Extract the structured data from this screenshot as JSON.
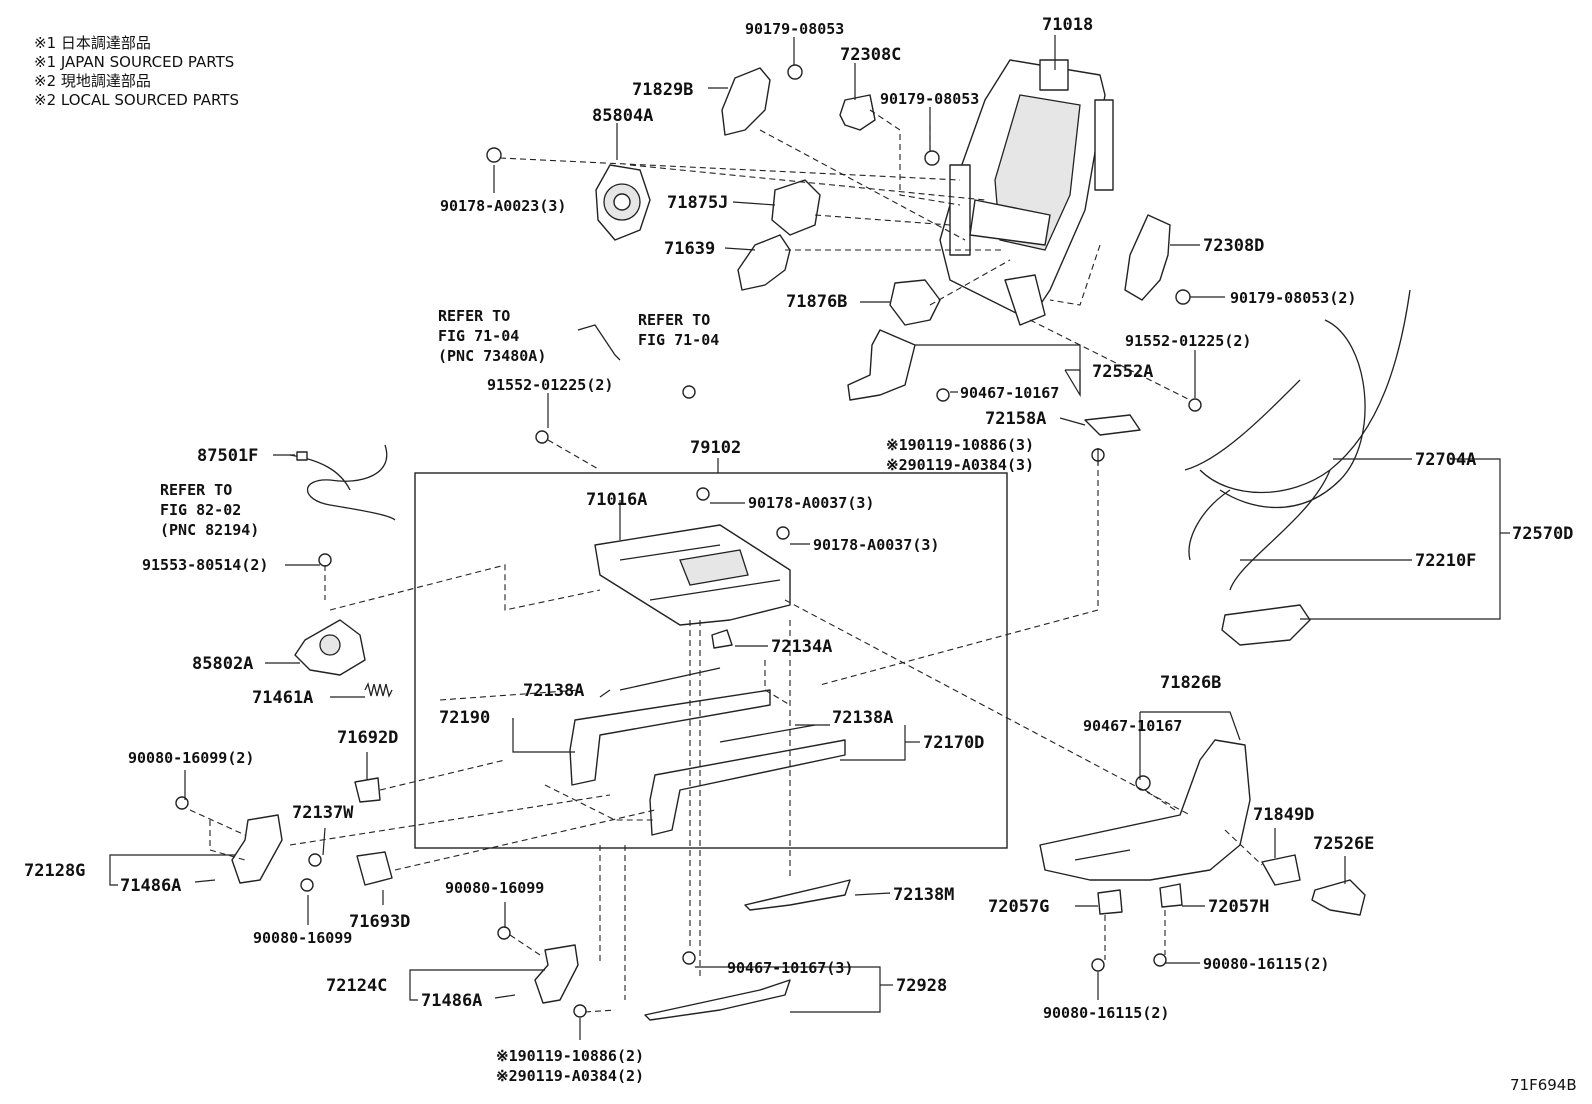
{
  "notes": [
    "※1 日本調達部品",
    "※1 JAPAN SOURCED PARTS",
    "※2 現地調達部品",
    "※2 LOCAL SOURCED PARTS"
  ],
  "figure_id": "71F694B",
  "labels": {
    "p71018": "71018",
    "p90179_08053_a": "90179-08053",
    "p72308C": "72308C",
    "p90179_08053_b": "90179-08053",
    "p71829B": "71829B",
    "p85804A": "85804A",
    "p90178_A0023": "90178-A0023(3)",
    "p71875J": "71875J",
    "p71639": "71639",
    "p72308D": "72308D",
    "p90179_08053_c": "90179-08053(2)",
    "p71876B": "71876B",
    "refer1_a": "REFER TO",
    "refer1_b": "FIG 71-04",
    "refer1_c": "(PNC 73480A)",
    "refer2_a": "REFER TO",
    "refer2_b": "FIG 71-04",
    "p91552_01225_a": "91552-01225(2)",
    "p91552_01225_b": "91552-01225(2)",
    "p72552A": "72552A",
    "p90467_10167_a": "90467-10167",
    "p72158A": "72158A",
    "p87501F": "87501F",
    "refer3_a": "REFER TO",
    "refer3_b": "FIG 82-02",
    "refer3_c": "(PNC 82194)",
    "p79102": "79102",
    "p90119_10886_a": "※190119-10886(3)",
    "p90119_A0384_a": "※290119-A0384(3)",
    "p72704A": "72704A",
    "p71016A": "71016A",
    "p90178_A0037_a": "90178-A0037(3)",
    "p90178_A0037_b": "90178-A0037(3)",
    "p91553_80514": "91553-80514(2)",
    "p72570D": "72570D",
    "p72210F": "72210F",
    "p72134A": "72134A",
    "p85802A": "85802A",
    "p71461A": "71461A",
    "p72138A_a": "72138A",
    "p72138A_b": "72138A",
    "p72190": "72190",
    "p72170D": "72170D",
    "p71826B": "71826B",
    "p90467_10167_b": "90467-10167",
    "p71692D": "71692D",
    "p90080_16099_a": "90080-16099(2)",
    "p72137W": "72137W",
    "p71849D": "71849D",
    "p72526E": "72526E",
    "p72128G": "72128G",
    "p71486A_a": "71486A",
    "p90080_16099_b": "90080-16099",
    "p71693D": "71693D",
    "p90080_16099_c": "90080-16099",
    "p72138M": "72138M",
    "p72057G": "72057G",
    "p72057H": "72057H",
    "p90467_10167_c": "90467-10167(3)",
    "p72928": "72928",
    "p90080_16115_a": "90080-16115(2)",
    "p90080_16115_b": "90080-16115(2)",
    "p72124C": "72124C",
    "p71486A_b": "71486A",
    "p90119_10886_b": "※190119-10886(2)",
    "p90119_A0384_b": "※290119-A0384(2)"
  }
}
